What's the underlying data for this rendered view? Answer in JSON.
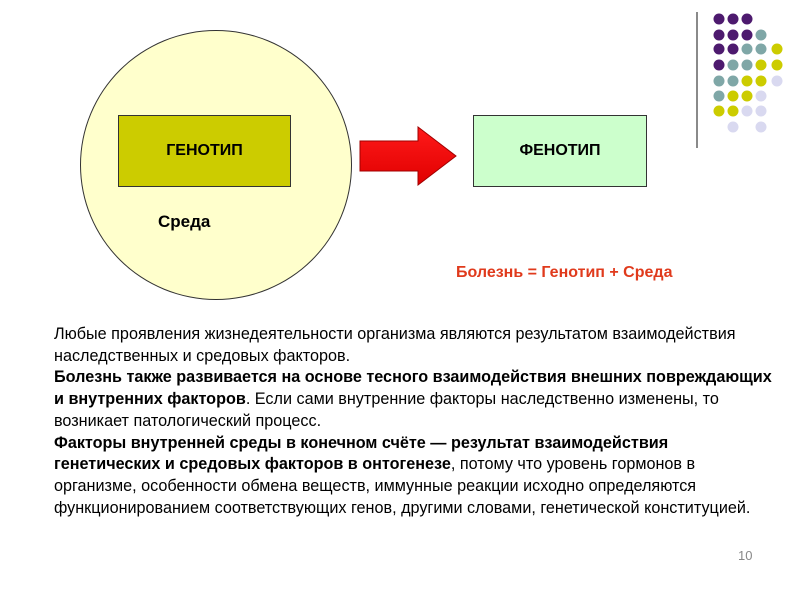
{
  "diagram": {
    "genotype_label": "ГЕНОТИП",
    "phenotype_label": "ФЕНОТИП",
    "environment_label": "Среда",
    "formula": "Болезнь = Генотип + Среда"
  },
  "colors": {
    "circle_fill": "#ffffcc",
    "genotype_fill": "#cccc00",
    "phenotype_fill": "#ccffcc",
    "arrow_fill": "#ff0000",
    "formula_text": "#e03a1c",
    "dot_purple": "#4d1a6e",
    "dot_teal": "#7fa7a7",
    "dot_yellow": "#cccc00",
    "dot_lavender": "#d9d9f0"
  },
  "body": {
    "p1": "Любые проявления жизнедеятельности организма являются результатом взаимодействия наследственных и средовых факторов.",
    "p2_bold": "Болезнь также развивается на основе тесного взаимодействия внешних повреждающих и внутренних факторов",
    "p2_rest": ". Если сами внутренние факторы наследственно изменены, то возникает патологический процесс.",
    "p3_bold": "Факторы внутренней среды в конечном счёте — результат взаимодействия генетических и средовых факторов в онтогенезе",
    "p3_rest": ", потому что уровень гормонов в организме, особенности обмена веществ, иммунные реакции исходно определяются функционированием соответствующих генов, другими словами, генетической конституцией."
  },
  "slide_number": "10"
}
